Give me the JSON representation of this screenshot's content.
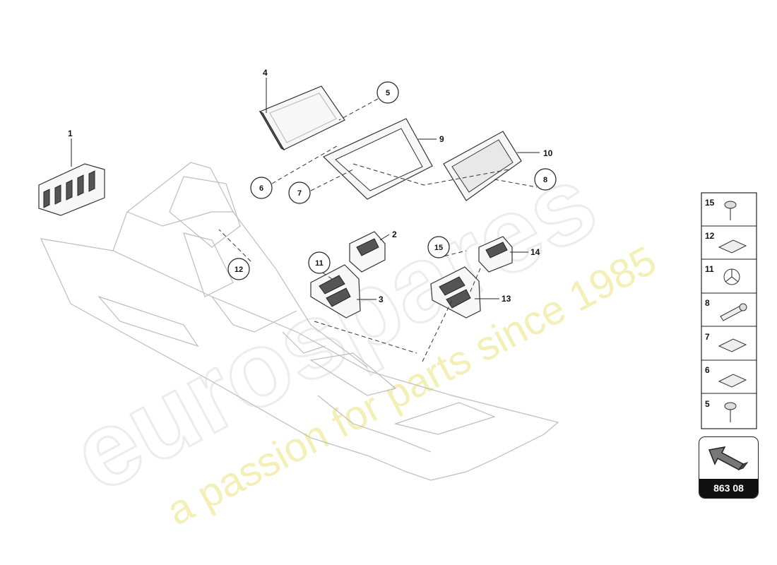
{
  "diagram": {
    "watermark": {
      "brand": "eurospares",
      "tagline": "a passion for parts since 1985"
    },
    "callouts": [
      "1",
      "2",
      "3",
      "4",
      "5",
      "6",
      "7",
      "8",
      "9",
      "10",
      "11",
      "12",
      "13",
      "14",
      "15"
    ],
    "legend_items": [
      "15",
      "12",
      "11",
      "8",
      "7",
      "6",
      "5"
    ],
    "catalog_number": "863 08"
  }
}
